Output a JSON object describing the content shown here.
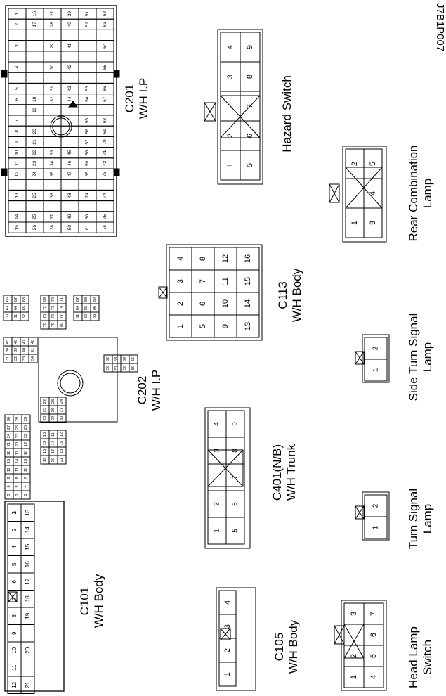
{
  "figure_id": "J7B1P007",
  "colors": {
    "line": "#000000",
    "background": "#ffffff"
  },
  "connectors": {
    "c201": {
      "name": "C201",
      "sub": "W/H I.P"
    },
    "c202": {
      "name": "C202",
      "sub": "W/H I.P"
    },
    "c101": {
      "name": "C101",
      "sub": "W/H Body"
    },
    "c105": {
      "name": "C105",
      "sub": "W/H Body"
    },
    "c113": {
      "name": "C113",
      "sub": "W/H Body"
    },
    "c401": {
      "name": "C401(N/B)",
      "sub": "W/H Trunk"
    },
    "hazard": {
      "name": "Hazard Switch"
    },
    "rear": {
      "name": "Rear Combination",
      "sub": "Lamp"
    },
    "side": {
      "name": "Side Turn Signal",
      "sub": "Lamp"
    },
    "turn": {
      "name": "Turn Signal",
      "sub": "Lamp"
    },
    "head": {
      "name": "Head Lamp",
      "sub": "Switch"
    }
  }
}
